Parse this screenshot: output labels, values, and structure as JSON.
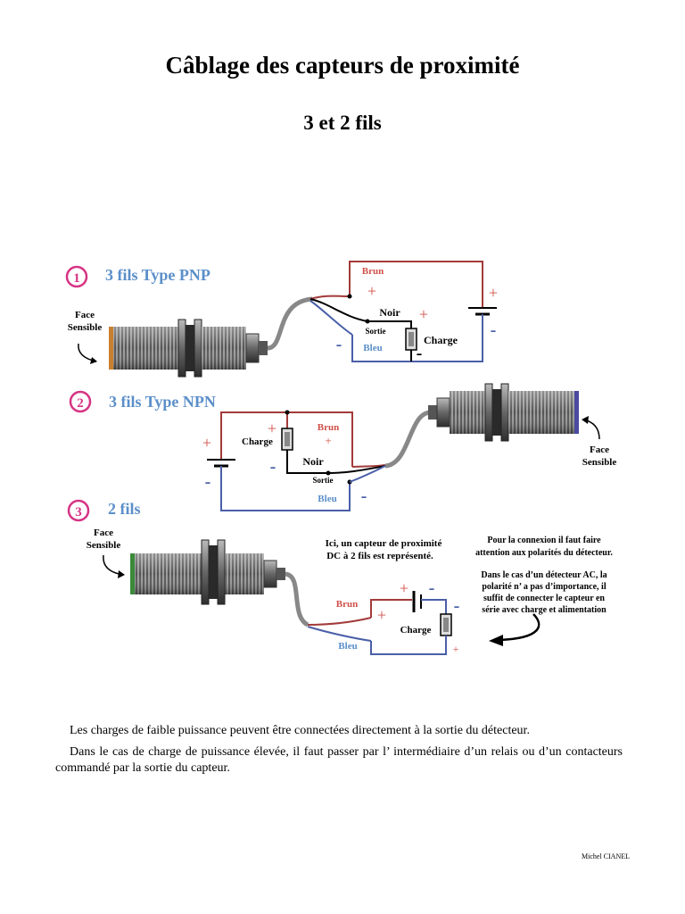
{
  "title": "Câblage des capteurs de proximité",
  "subtitle": "3 et 2 fils",
  "sections": [
    {
      "number": "1",
      "label": "3 fils Type PNP",
      "color": "#5b8fc9"
    },
    {
      "number": "2",
      "label": "3 fils Type NPN",
      "color": "#5b8fc9"
    },
    {
      "number": "3",
      "label": "2 fils",
      "color": "#5b8fc9"
    }
  ],
  "labels": {
    "face": "Face",
    "sensible": "Sensible",
    "brun": "Brun",
    "noir": "Noir",
    "bleu": "Bleu",
    "sortie": "Sortie",
    "charge": "Charge",
    "plus": "+",
    "minus": "-"
  },
  "notes": {
    "dc_line1": "Ici, un capteur de proximité",
    "dc_line2": "DC à 2 fils est représenté.",
    "pol_1": "Pour la  connexion il faut faire",
    "pol_2": "attention aux polarités du détecteur.",
    "ac_1": "Dans le cas d’un détecteur  AC, la",
    "ac_2": "polarité n’ a pas d’importance, il",
    "ac_3": "suffit de connecter le capteur en",
    "ac_4": "série avec charge et alimentation"
  },
  "paragraphs": [
    "Les charges de faible puissance peuvent être connectées directement à la sortie du détecteur.",
    "Dans le  cas de  charge de puissance élevée, il faut passer par l’ intermédiaire d’un relais ou d’un contacteurs commandé par la sortie du capteur."
  ],
  "footer": "Michel CIANEL",
  "colors": {
    "circle": "#d63384",
    "brown_wire": "#a33a3a",
    "blue_wire": "#4a5fa8",
    "brun_text": "#d0504a",
    "bleu_text": "#5b8fc9",
    "pnp_face": "#c8802f",
    "npn_face": "#4a4aa0",
    "twowire_face": "#3a8a3a"
  }
}
